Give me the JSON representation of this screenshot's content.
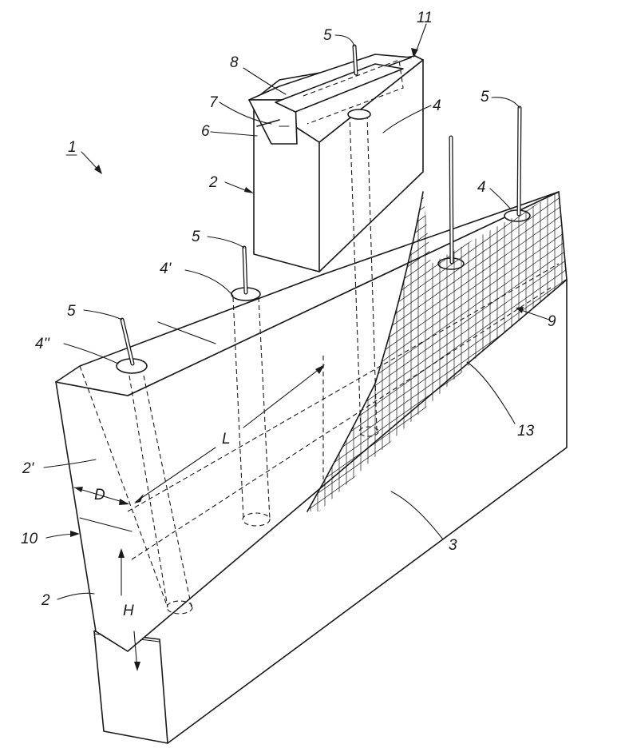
{
  "figure": {
    "labels": {
      "assembly": "1",
      "block": "2",
      "block_top": "2",
      "block_end": "2'",
      "footing": "3",
      "hole": "4",
      "hole_top_right": "4",
      "hole_prime": "4'",
      "hole_double_prime": "4''",
      "rod_top": "5",
      "rod_left": "5",
      "rod_mid": "5",
      "rod_right": "5",
      "strip": "6",
      "pin": "7",
      "cap": "8",
      "mesh": "9",
      "edge": "10",
      "top_element": "11",
      "mesh_cover": "13",
      "length": "L",
      "depth": "D",
      "height": "H"
    }
  }
}
